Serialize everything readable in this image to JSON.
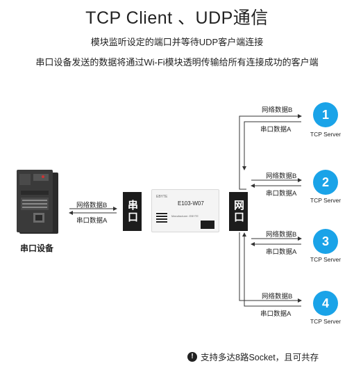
{
  "header": {
    "title": "TCP Client 、UDP通信",
    "line1": "模块监听设定的端口并等待UDP客户端连接",
    "line2": "串口设备发送的数据将通过Wi-Fi模块透明传输给所有连接成功的客户端"
  },
  "left": {
    "device_label": "串口设备",
    "data_b": "网络数据B",
    "data_a": "串口数据A",
    "serial_tag": "串口"
  },
  "module": {
    "brand": "EBYTE",
    "model": "E103-W07",
    "maker": "Manufacturer: EBYTE"
  },
  "net_tag": "网口",
  "servers": [
    {
      "num": "1",
      "label": "TCP Server",
      "data_b": "网络数据B",
      "data_a": "串口数据A"
    },
    {
      "num": "2",
      "label": "TCP Server",
      "data_b": "网络数据B",
      "data_a": "串口数据A"
    },
    {
      "num": "3",
      "label": "TCP Server",
      "data_b": "网络数据B",
      "data_a": "串口数据A"
    },
    {
      "num": "4",
      "label": "TCP Server",
      "data_b": "网络数据B",
      "data_a": "串口数据A"
    }
  ],
  "footer": {
    "icon": "!",
    "note": "支持多达8路Socket，且可共存"
  },
  "colors": {
    "accent": "#1aa3e8",
    "dark": "#1c1c1c"
  }
}
